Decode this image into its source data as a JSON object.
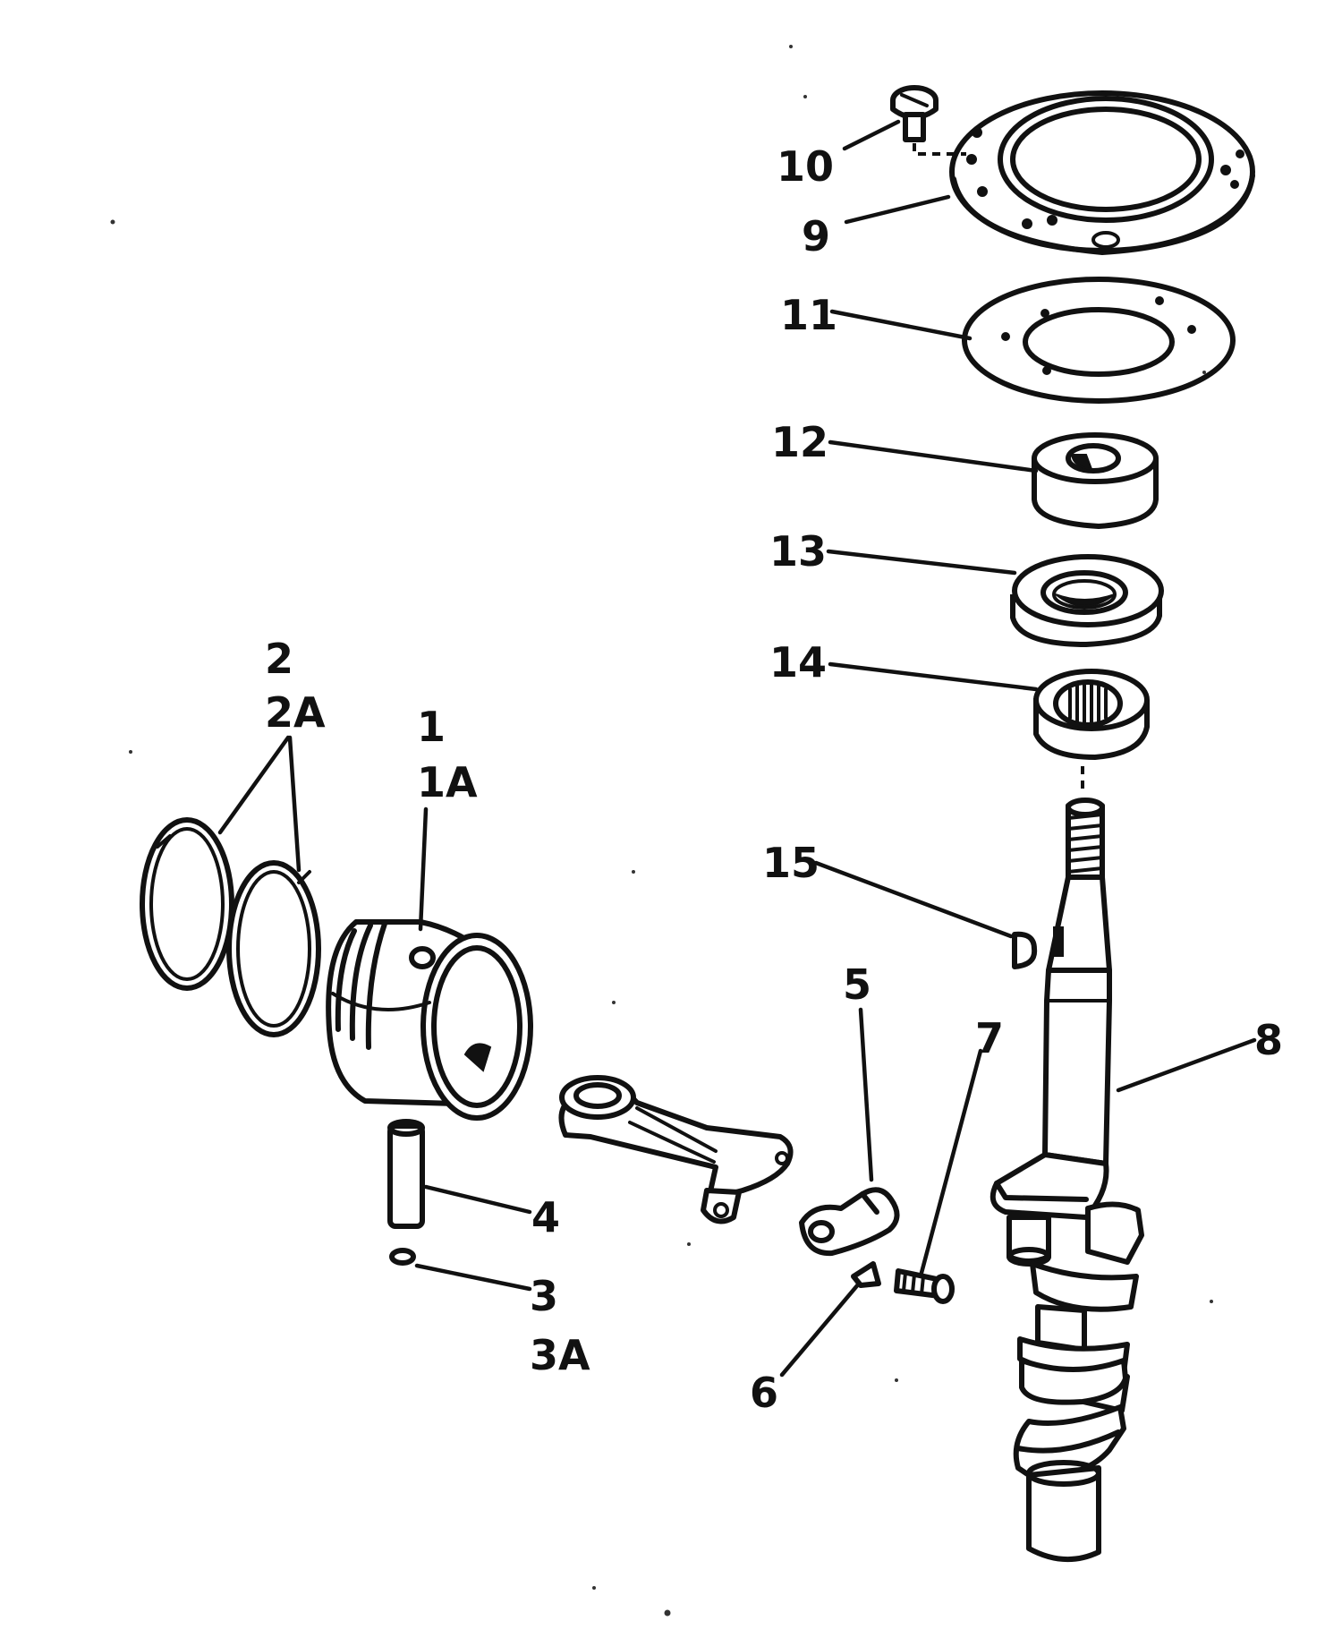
{
  "labels": {
    "l1": "1",
    "l1a": "1A",
    "l2": "2",
    "l2a": "2A",
    "l3": "3",
    "l3a": "3A",
    "l4": "4",
    "l5": "5",
    "l6": "6",
    "l7": "7",
    "l8": "8",
    "l9": "9",
    "l10": "10",
    "l11": "11",
    "l12": "12",
    "l13": "13",
    "l14": "14",
    "l15": "15"
  }
}
